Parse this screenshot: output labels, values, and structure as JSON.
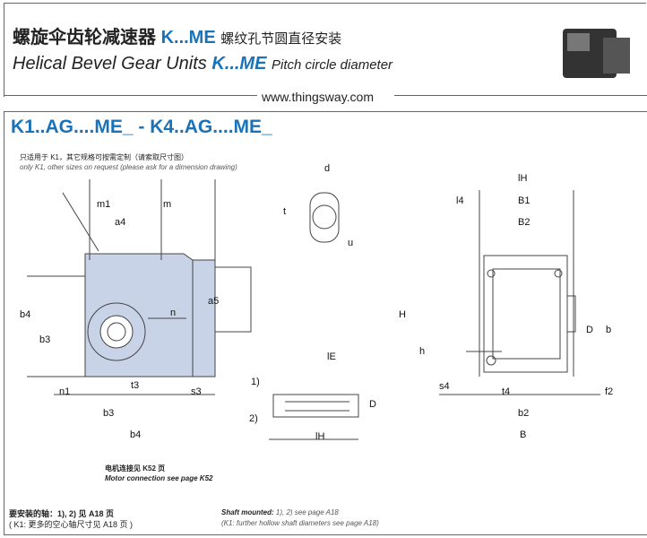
{
  "header": {
    "title_cn": "螺旋伞齿轮减速器",
    "title_model": "K...ME",
    "title_cn_sub": "螺纹孔节圆直径安装",
    "title_en": "Helical Bevel Gear Units",
    "title_en_model": "K...ME",
    "title_en_sub": "Pitch circle diameter",
    "url": "www.thingsway.com"
  },
  "section": {
    "title": "K1..AG....ME_ - K4..AG....ME_",
    "note_cn": "只适用于 K1，其它规格可按需定制（请索取尺寸图）",
    "note_en": "only K1, other sizes on request (please ask for a dimension drawing)",
    "motor_cn": "电机连接见 K52 页",
    "motor_en": "Motor connection see page K52",
    "shaft_cn_1": "要安装的轴：1), 2) 见 A18 页",
    "shaft_cn_2": "( K1: 更多的空心轴尺寸见 A18 页 )",
    "shaft_en_bold": "Shaft mounted:",
    "shaft_en_1": " 1), 2) see page A18",
    "shaft_en_2": "(K1: further hollow shaft diameters see page A18)"
  },
  "labels": {
    "m1": "m1",
    "m": "m",
    "a4": "a4",
    "b4": "b4",
    "b3": "b3",
    "n": "n",
    "a5": "a5",
    "t3": "t3",
    "n1": "n1",
    "s3": "s3",
    "b3b": "b3",
    "b4b": "b4",
    "d": "d",
    "t": "t",
    "u": "u",
    "lE": "lE",
    "lH": "lH",
    "D": "D",
    "r1": "1)",
    "r2": "2)",
    "lHt": "lH",
    "l4": "l4",
    "B1": "B1",
    "B2": "B2",
    "H": "H",
    "h": "h",
    "s4": "s4",
    "t4": "t4",
    "f2": "f2",
    "b2": "b2",
    "B": "B",
    "Dr": "D",
    "b": "b"
  }
}
